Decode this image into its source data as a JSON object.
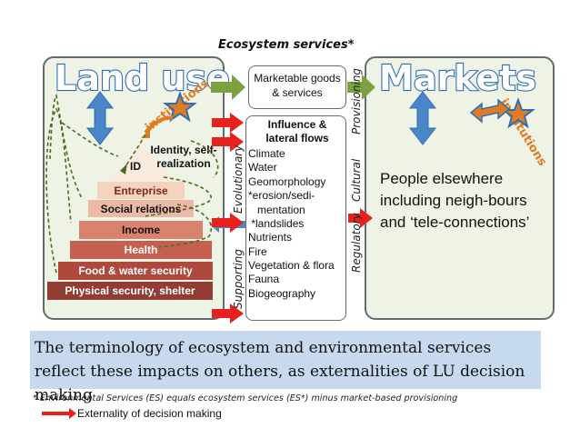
{
  "top_label": "Ecosystem services*",
  "land_use": {
    "title": "Land use",
    "institutions_label": "institutions",
    "pyramid": {
      "id_label": "ID",
      "identity_label": "Identity, self-\nrealization",
      "levels": [
        "Entreprise",
        "Social relations",
        "Income",
        "Health",
        "Food & water security",
        "Physical security, shelter"
      ]
    }
  },
  "middle": {
    "marketable": "Marketable goods & services",
    "influence_title": "Influence & lateral flows",
    "flows": [
      "Climate",
      "Water",
      "Geomorphology",
      "*erosion/sedi-",
      "   mentation",
      " *landslides",
      "Nutrients",
      "Fire",
      "Vegetation & flora",
      "Fauna",
      "Biogeography"
    ]
  },
  "side_labels": {
    "left": [
      "Evolutionary",
      "Supporting"
    ],
    "right": [
      "Provisioning",
      "Cultural",
      "Regulatory"
    ]
  },
  "markets": {
    "title": "Markets",
    "institutions_label": "institutions",
    "people": "People elsewhere including neigh-bours and ‘tele-connections’"
  },
  "caption": "The terminology of ecosystem and environmental services reflect these impacts on others, as externalities of LU decision making",
  "footnote": "* Environmental Services (ES) equals ecosystem services (ES*) minus market-based provisioning",
  "legend": "Externality of decision making",
  "colors": {
    "panel_bg": "#eef3e5",
    "caption_bg": "#c6d9ef",
    "title_outline": "#2e6fb3",
    "green_arrow": "#7aa23e",
    "red_arrow": "#e8201e",
    "blue_arrow": "#4a86c8",
    "orange_arrow": "#e07b22",
    "pyramid": [
      "#fbeade",
      "#f6d3bf",
      "#eeb8a6",
      "#d9826e",
      "#c55f50",
      "#ae4a3d",
      "#913d33"
    ]
  }
}
